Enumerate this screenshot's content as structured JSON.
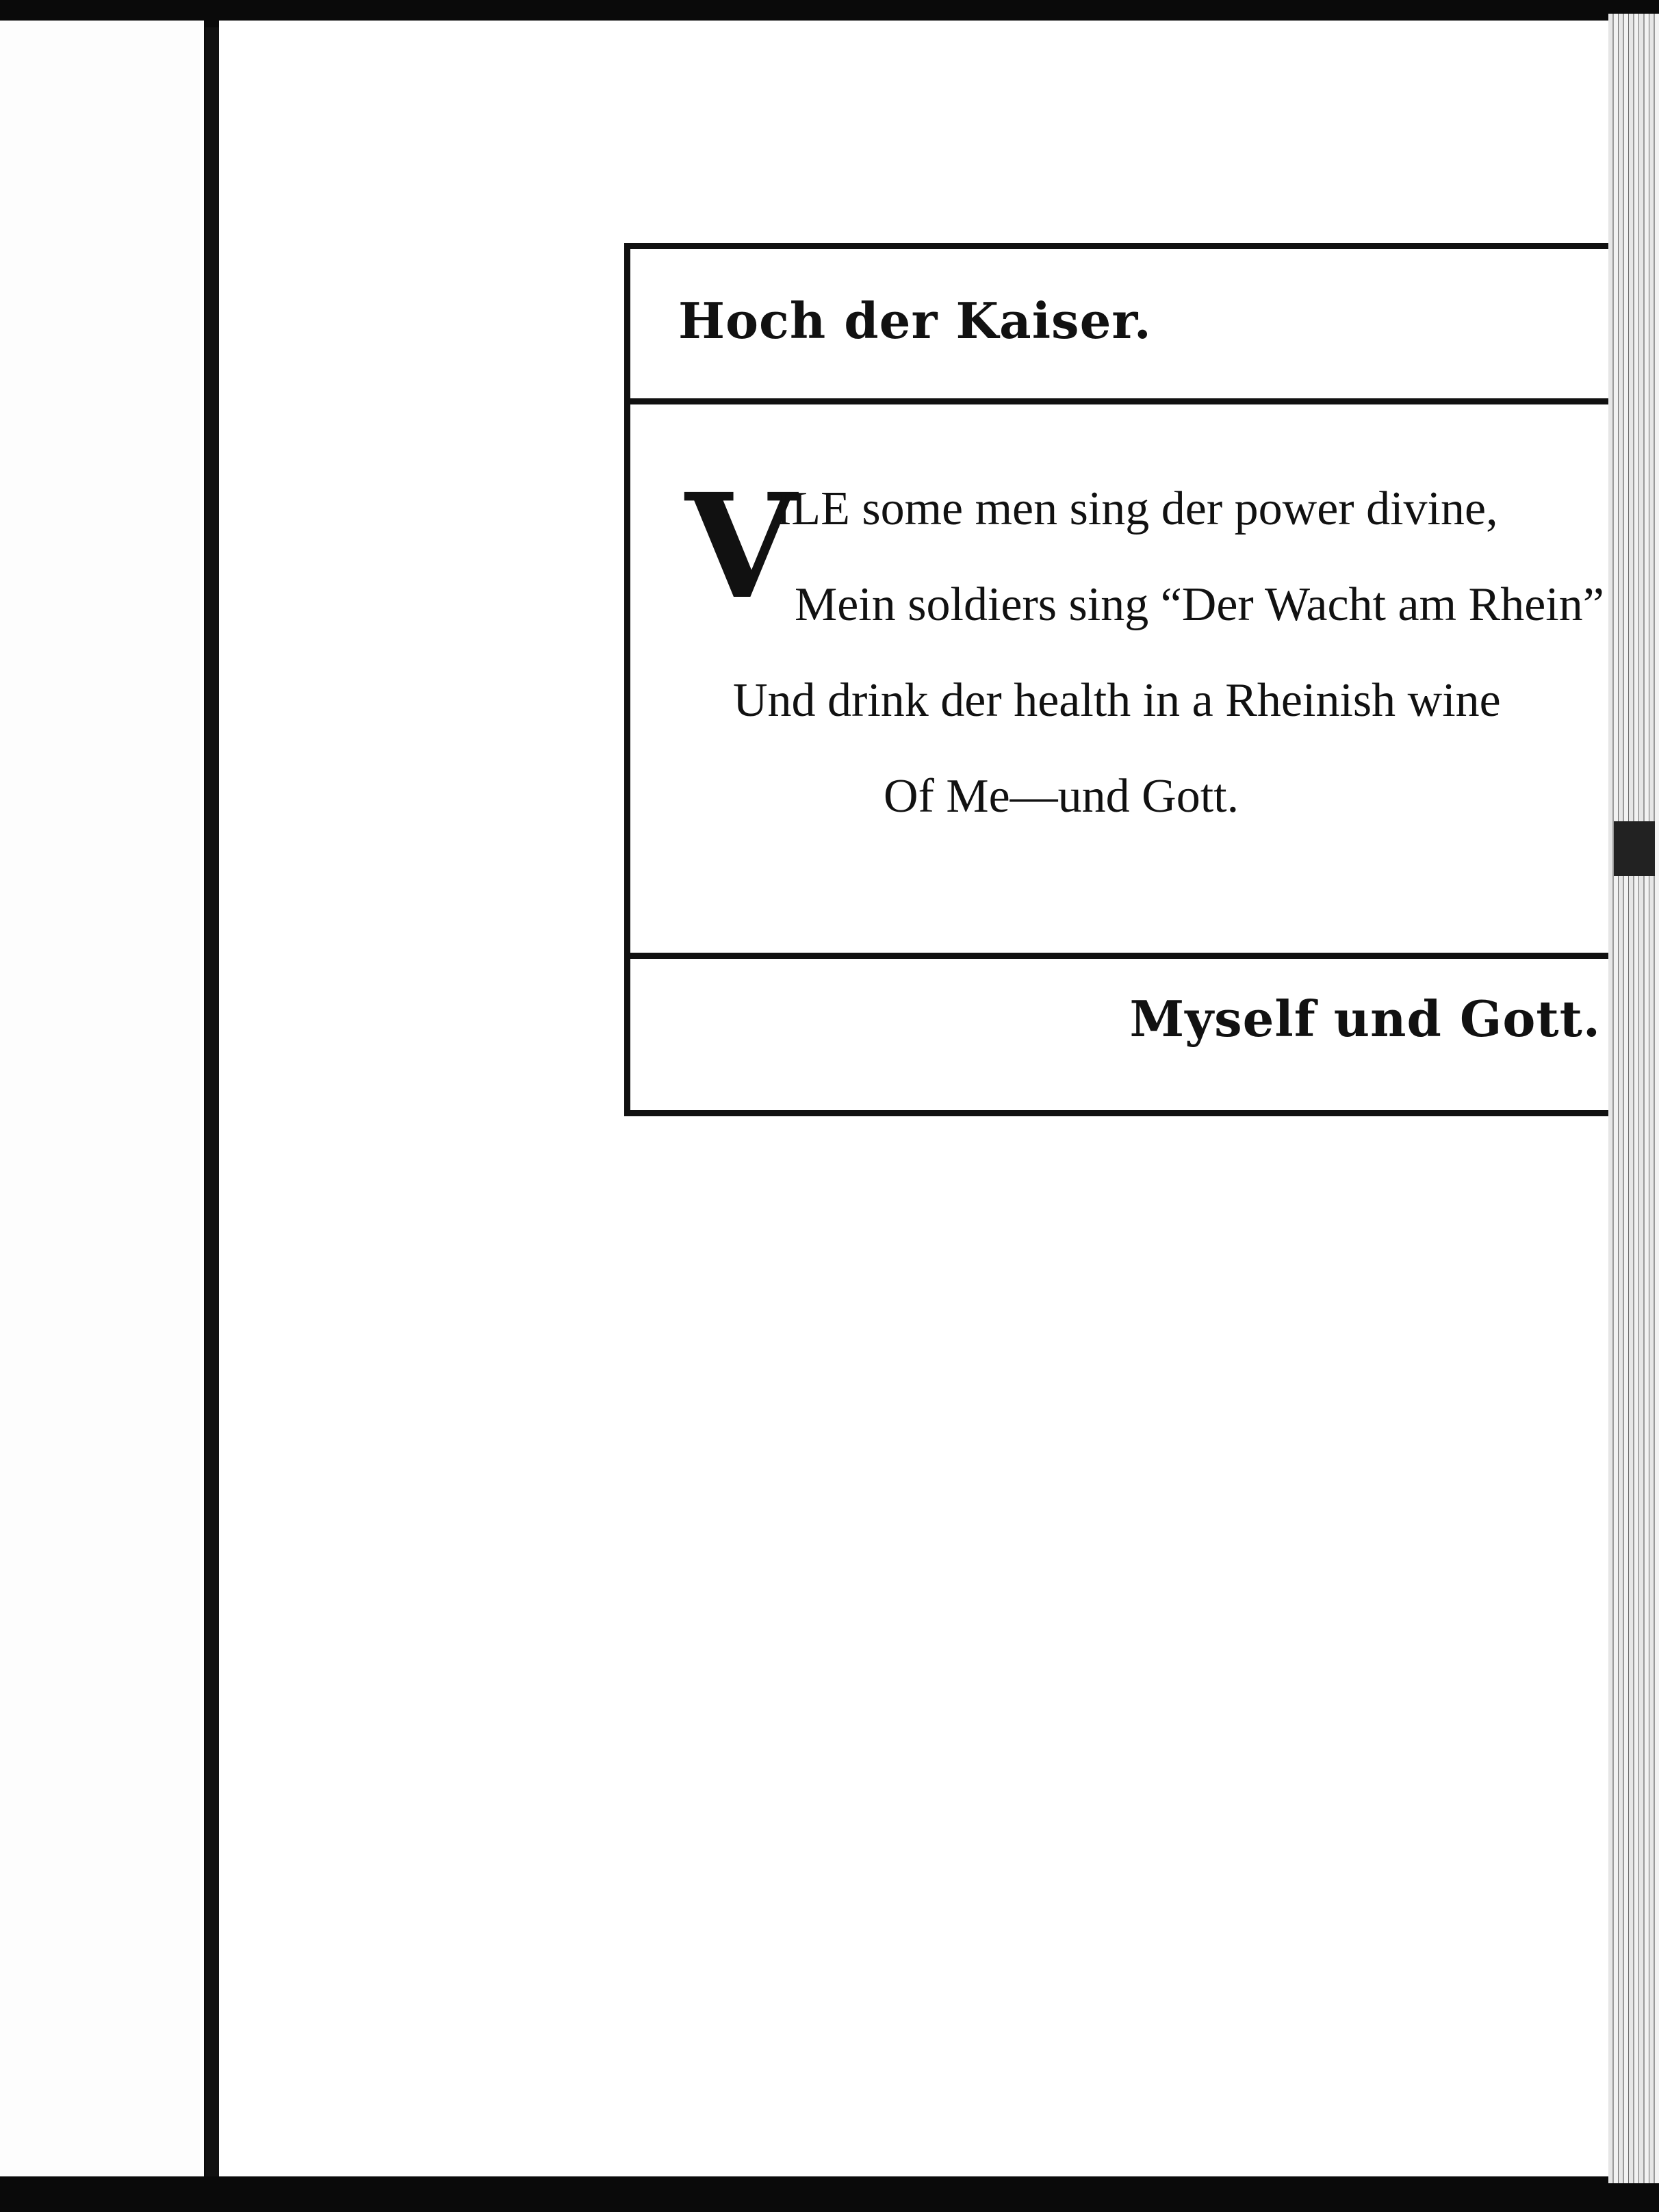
{
  "heading": "Hoch der Kaiser.",
  "verse": {
    "drop_cap": "V",
    "line1": "ILE some men sing der power divine,",
    "line2": "Mein soldiers sing “Der Wacht am Rhein”",
    "line3": "Und drink der health in a Rheinish wine",
    "line4": "Of Me—und Gott."
  },
  "footer_heading": "Myself und Gott.",
  "colors": {
    "ink": "#111111",
    "paper": "#ffffff"
  }
}
